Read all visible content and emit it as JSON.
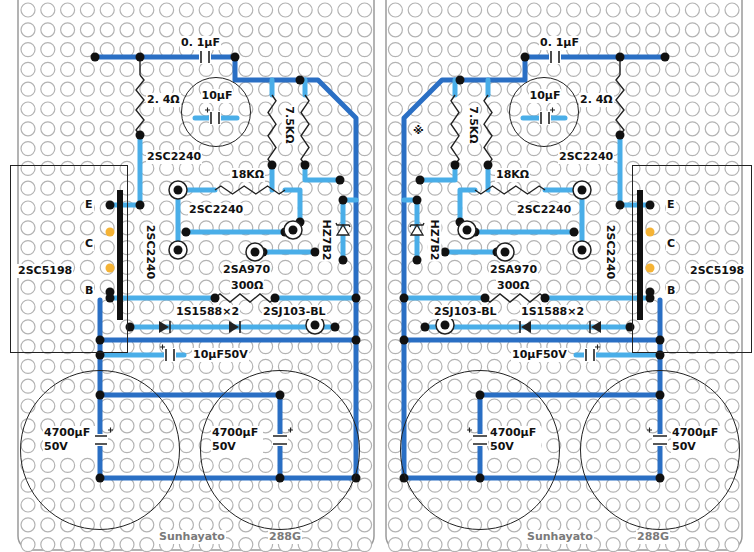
{
  "diagram": {
    "nodes": [
      {
        "text": [
          "10μF"
        ]
      },
      {
        "text": [
          "2SC5198"
        ]
      },
      {
        "text": [
          "4700μF 50V"
        ]
      },
      {
        "text": [
          "4700μF 50V"
        ]
      },
      {
        "text": [
          "10μF"
        ]
      },
      {
        "text": [
          "2SC5198"
        ]
      },
      {
        "text": [
          "4700μF 50V"
        ]
      },
      {
        "text": [
          "4700μF 50V"
        ]
      }
    ],
    "labels": [
      "0. 1μF",
      "2. 4Ω",
      "7.5KΩ",
      "2SC2240",
      "18KΩ",
      "E",
      "2SC2240",
      "C",
      "2SC2240",
      "HZ7B2",
      "2SA970",
      "300Ω",
      "B",
      "1S1588×2",
      "2SJ103-BL",
      "10μF50V",
      "Sunhayato",
      "288G",
      "0. 1μF",
      "※",
      "7.5KΩ",
      "2. 4Ω",
      "2SC2240",
      "18KΩ",
      "E",
      "2SC2240",
      "C",
      "HZ7B2",
      "2SC2240",
      "2SA970",
      "300Ω",
      "B",
      "2SJ103-BL",
      "1S1588×2",
      "10μF50V",
      "Sunhayato",
      "288G"
    ]
  }
}
